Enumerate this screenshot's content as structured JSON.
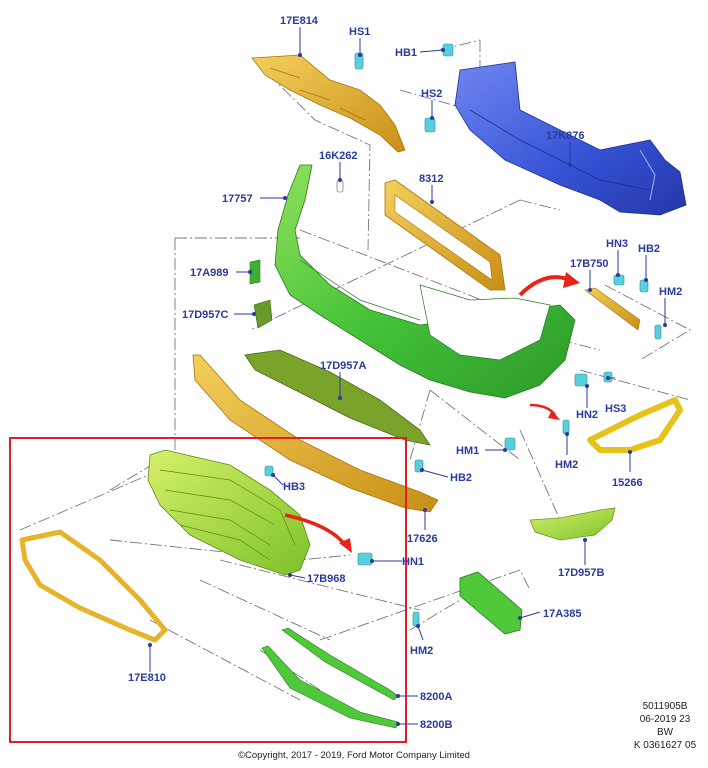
{
  "part_labels": {
    "p17E814": "17E814",
    "pHS1": "HS1",
    "pHB1": "HB1",
    "pHS2": "HS2",
    "p17K876": "17K876",
    "p16K262": "16K262",
    "p8312": "8312",
    "p17757": "17757",
    "pHN3": "HN3",
    "pHB2a": "HB2",
    "p17A989": "17A989",
    "p17B750": "17B750",
    "pHM2a": "HM2",
    "p17D957C": "17D957C",
    "p17D957A": "17D957A",
    "pHN2": "HN2",
    "pHS3": "HS3",
    "pHM1": "HM1",
    "pHB2b": "HB2",
    "pHM2b": "HM2",
    "p15266": "15266",
    "pHB3": "HB3",
    "p17626": "17626",
    "pHN1": "HN1",
    "p17B968": "17B968",
    "p17D957B": "17D957B",
    "p17A385": "17A385",
    "pHM2c": "HM2",
    "p17E810": "17E810",
    "p8200A": "8200A",
    "p8200B": "8200B"
  },
  "drawing_info": [
    "5011905B",
    "06-2019 23",
    "BW",
    "K 0361627 05"
  ],
  "copyright": "©Copyright, 2017 - 2019, Ford Motor Company Limited",
  "colors": {
    "label": "#2a3a9e",
    "highlight_box": "#e02020",
    "arrow": "#e8231a",
    "yellow_part": "#e6b32a",
    "green_part": "#4fc83a",
    "blue_part": "#3c56d6",
    "light_green_part": "#9edc3c",
    "cyan_fastener": "#58d0dc"
  }
}
